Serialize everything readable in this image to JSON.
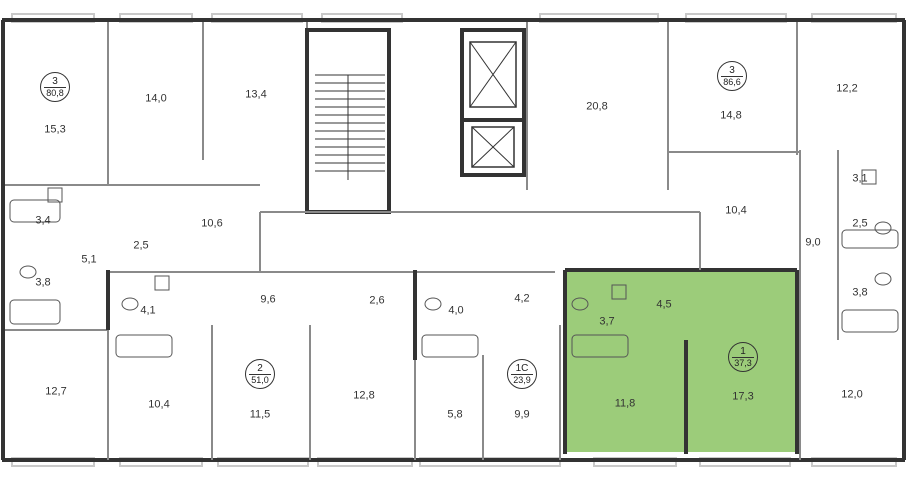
{
  "colors": {
    "highlight": "#9ccc7a",
    "wall": "#333333",
    "partition": "#8a8a8a",
    "window": "#c9c9c9"
  },
  "apartments": [
    {
      "rooms": "3",
      "area": "80,8"
    },
    {
      "rooms": "3",
      "area": "86,6"
    },
    {
      "rooms": "2",
      "area": "51,0"
    },
    {
      "rooms": "1С",
      "area": "23,9"
    },
    {
      "rooms": "1",
      "area": "37,3"
    }
  ],
  "room_areas": [
    "15,3",
    "14,0",
    "13,4",
    "20,8",
    "14,8",
    "12,2",
    "3,4",
    "3,8",
    "5,1",
    "2,5",
    "10,6",
    "10,4",
    "9,0",
    "3,1",
    "2,5",
    "4,1",
    "9,6",
    "2,6",
    "4,0",
    "4,2",
    "3,7",
    "4,5",
    "3,8",
    "12,7",
    "10,4",
    "11,5",
    "12,8",
    "5,8",
    "9,9",
    "11,8",
    "17,3",
    "12,0"
  ]
}
